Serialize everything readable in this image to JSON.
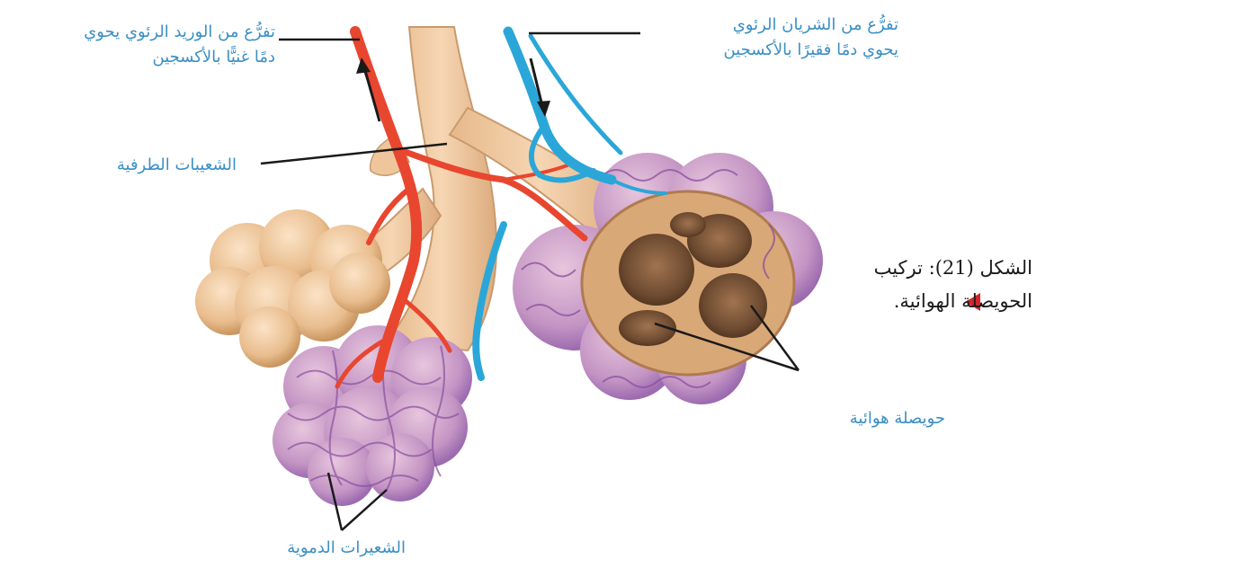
{
  "labels": {
    "vein_branch": {
      "line1": "تفرُّع من الوريد الرئوي يحوي",
      "line2": "دمًا غنيًّا بالأكسجين"
    },
    "artery_branch": {
      "line1": "تفرُّع من الشريان الرئوي",
      "line2": "يحوي دمًا فقيرًا بالأكسجين"
    },
    "terminal_bronchioles": "الشعيبات الطرفية",
    "air_sac": "حويصلة هوائية",
    "capillaries": "الشعيرات الدموية"
  },
  "caption": {
    "line1": "الشكل (21): تركيب",
    "line2": "الحويصلة الهوائية."
  },
  "colors": {
    "label_text": "#3a8fc4",
    "caption_text": "#1b1b1b",
    "marker": "#d7262b",
    "artery": "#e8462f",
    "vein": "#2aa7d8",
    "airway": "#f2c9a0",
    "capillary_mesh": "#9c6bb0"
  },
  "icons": {
    "caption_marker": "triangle-left-marker"
  }
}
